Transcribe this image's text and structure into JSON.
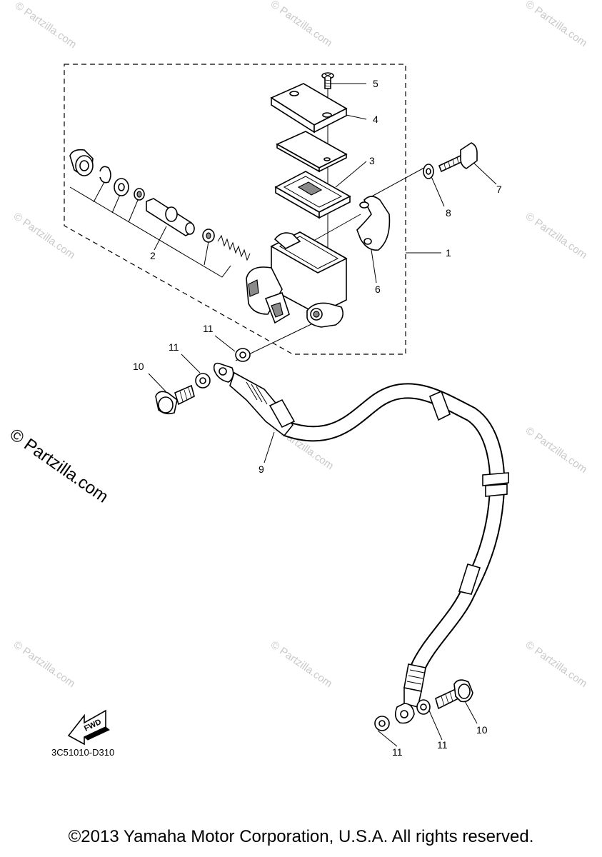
{
  "callouts": {
    "c1": "1",
    "c2": "2",
    "c3": "3",
    "c4": "4",
    "c5": "5",
    "c6": "6",
    "c7": "7",
    "c8": "8",
    "c9": "9",
    "c10a": "10",
    "c10b": "10",
    "c11a": "11",
    "c11b": "11",
    "c11c": "11",
    "c11d": "11"
  },
  "watermark": {
    "small": "© Partzilla.com",
    "large": "© Partzilla.com"
  },
  "fwd_label": "FWD",
  "part_number": "3C51010-D310",
  "copyright": "©2013 Yamaha Motor Corporation, U.S.A. All rights reserved."
}
